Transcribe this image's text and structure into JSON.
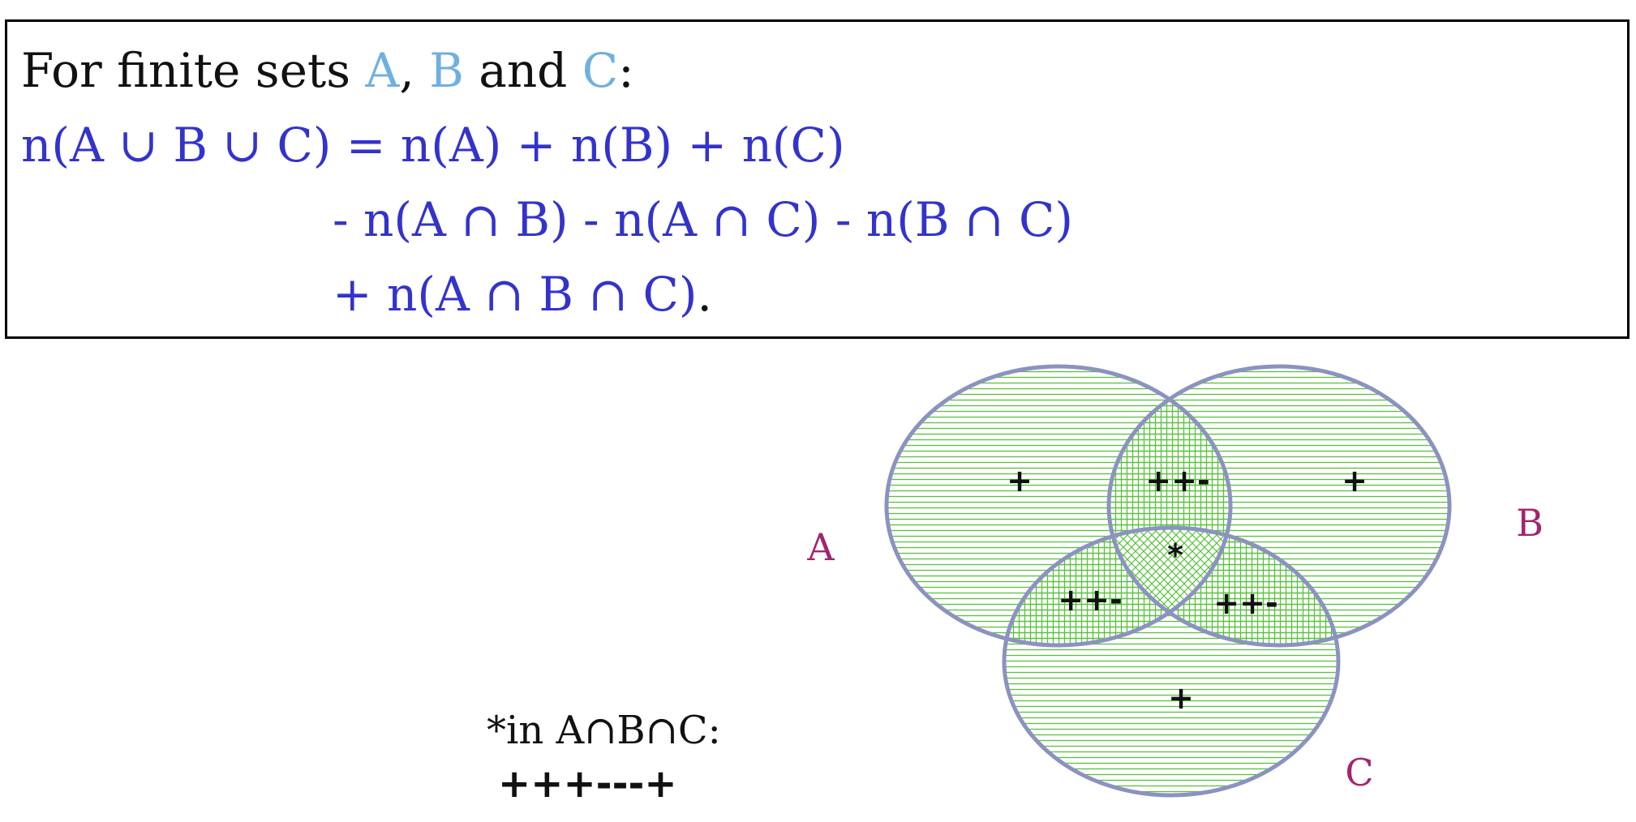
{
  "formula": {
    "intro_prefix": "For finite sets ",
    "set_a": "A",
    "comma": ", ",
    "set_b": "B",
    "and_word": " and ",
    "set_c": "C",
    "colon": ":",
    "line1": "n(A ∪ B ∪ C) = n(A) + n(B) + n(C)",
    "line2": "- n(A ∩ B) - n(A ∩ C) - n(B ∩ C)",
    "line3_formula": "+ n(A ∩ B ∩ C)",
    "line3_period": "."
  },
  "diagram": {
    "labels": {
      "a": "A",
      "b": "B",
      "c": "C"
    },
    "regions": {
      "a_only": "+",
      "b_only": "+",
      "c_only": "+",
      "a_and_b": "++-",
      "a_and_c": "++-",
      "b_and_c": "++-",
      "a_b_c": "*"
    },
    "colors": {
      "outline": "#8c92c0",
      "hatch": "#59c23b",
      "set_label": "#a3246e",
      "formula_text": "#3333cc",
      "set_name_highlight": "#6fb0e0"
    }
  },
  "note": {
    "line1": "*in  A∩B∩C:",
    "line2": "+++---+"
  }
}
